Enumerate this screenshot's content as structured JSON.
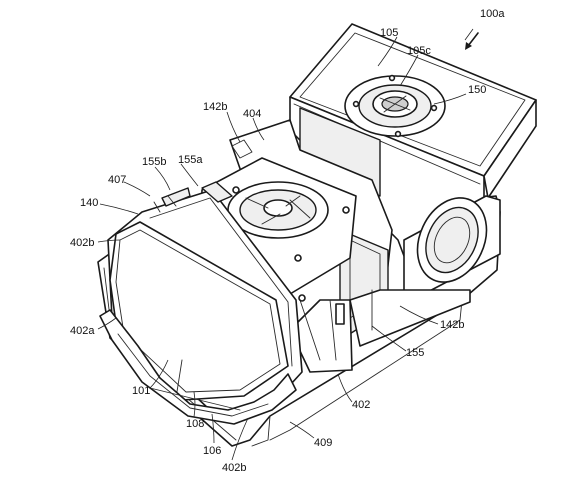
{
  "figure": {
    "reference_numerals": [
      {
        "id": "100a",
        "text": "100a"
      },
      {
        "id": "105",
        "text": "105"
      },
      {
        "id": "105c",
        "text": "105c"
      },
      {
        "id": "150",
        "text": "150"
      },
      {
        "id": "142b_top",
        "text": "142b"
      },
      {
        "id": "404",
        "text": "404"
      },
      {
        "id": "155b",
        "text": "155b"
      },
      {
        "id": "155a",
        "text": "155a"
      },
      {
        "id": "407",
        "text": "407"
      },
      {
        "id": "140",
        "text": "140"
      },
      {
        "id": "402b_left",
        "text": "402b"
      },
      {
        "id": "402a",
        "text": "402a"
      },
      {
        "id": "142b_right",
        "text": "142b"
      },
      {
        "id": "155",
        "text": "155"
      },
      {
        "id": "402",
        "text": "402"
      },
      {
        "id": "101",
        "text": "101"
      },
      {
        "id": "108",
        "text": "108"
      },
      {
        "id": "106",
        "text": "106"
      },
      {
        "id": "409",
        "text": "409"
      },
      {
        "id": "402b_bottom",
        "text": "402b"
      }
    ]
  }
}
